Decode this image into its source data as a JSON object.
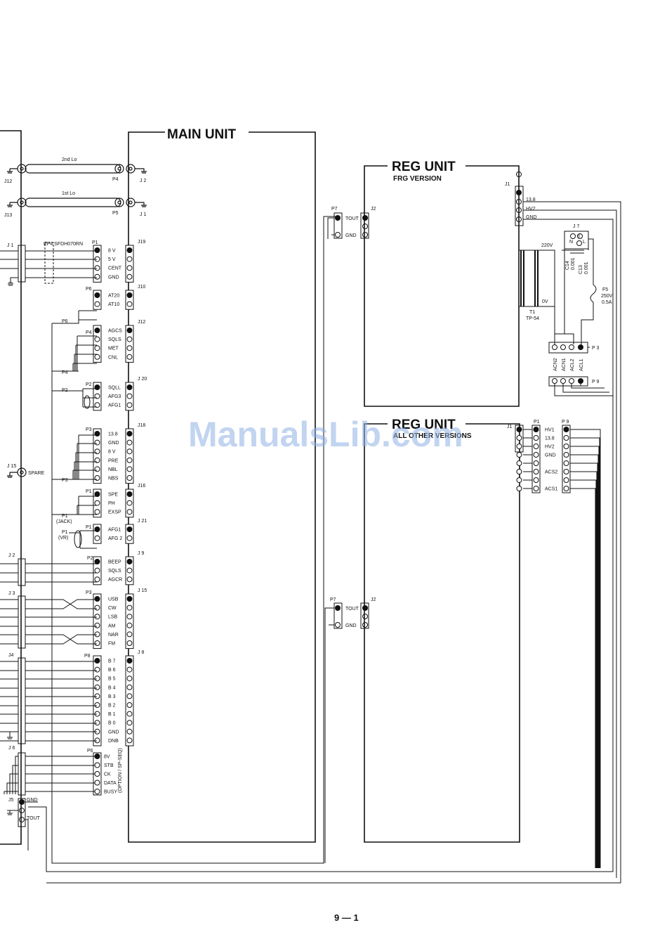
{
  "page_number": "9 — 1",
  "watermark": "ManualsLib.com",
  "main_unit": {
    "title": "MAIN UNIT",
    "labels": {
      "lo2": "2nd Lo",
      "lo1": "1st Lo",
      "j12": "J12",
      "j13": "J13",
      "p4c": "P4",
      "p5c": "P5",
      "j2c": "J 2",
      "j1c": "J 1",
      "ep4": "EP4 SFDH070RN",
      "j1l": "J 1",
      "p1a": "P1",
      "p6a": "P6",
      "p6b": "P6",
      "p4a": "P4",
      "p4b": "P4",
      "p2a": "P2",
      "p2b": "P2",
      "p3a": "P3",
      "p3b": "P3",
      "p1b": "P1",
      "p1c": "P1",
      "p1jack": "(JACK)",
      "p1d": "P1",
      "p1e": "P1",
      "p1vr": "(VR)",
      "j15l": "J 15",
      "spare": "SPARE",
      "j2l": "J 2",
      "p2c": "P2",
      "j3l": "J 3",
      "p3c": "P3",
      "j4l": "J4",
      "p8": "P8",
      "j6l": "J 6",
      "p6c": "P6",
      "opt": "(OPTION / SP-SEQ)",
      "j5l": "J5",
      "gnd": "GND",
      "tout": "TOUT"
    },
    "connectors": [
      {
        "name": "J19",
        "pins": [
          "8 V",
          "5 V",
          "CENT",
          "GND"
        ]
      },
      {
        "name": "J10",
        "pins": [
          "AT20",
          "AT10"
        ]
      },
      {
        "name": "J12",
        "pins": [
          "AGCS",
          "SQLS",
          "MET",
          "CNL"
        ]
      },
      {
        "name": "J 20",
        "pins": [
          "SQLL",
          "AFG3",
          "AFG1"
        ]
      },
      {
        "name": "J18",
        "pins": [
          "13.8",
          "GND",
          "8 V",
          "PRE",
          "NBL",
          "NBS"
        ]
      },
      {
        "name": "J16",
        "pins": [
          "SPE",
          "PH",
          "EXSP"
        ]
      },
      {
        "name": "J 21",
        "pins": [
          "AFG1",
          "AFG 2"
        ]
      },
      {
        "name": "J 9",
        "pins": [
          "BEEP",
          "SQLS",
          "AGCR"
        ]
      },
      {
        "name": "J 15",
        "pins": [
          "USB",
          "CW",
          "LSB",
          "AM",
          "NAR",
          "FM"
        ]
      },
      {
        "name": "J 8",
        "pins": [
          "B 7",
          "B 6",
          "B 5",
          "B 4",
          "B 3",
          "B 2",
          "B 1",
          "B 0",
          "GND",
          "DNB"
        ]
      }
    ],
    "option_pins": [
      "8V",
      "STB",
      "CK",
      "DATA",
      "BUSY"
    ]
  },
  "reg_frg": {
    "title": "REG UNIT",
    "subtitle": "FRG VERSION",
    "labels": {
      "p7": "P7",
      "j2": "J2",
      "tout": "TOUT",
      "gnd": "GND",
      "j1": "J1",
      "j7": "J 7",
      "v220": "220V",
      "v0": "0V",
      "t1": "T1",
      "tp54": "TP-54",
      "c14": "C14",
      "c14v": "0.001",
      "c13": "C13",
      "c13v": "0.001",
      "f5": "F5",
      "f5a": "250V",
      "f5b": "0.5A",
      "e": "E",
      "n": "N",
      "l": "L",
      "p3": "P 3",
      "p9": "P 9"
    },
    "j1_pins": [
      "13.8",
      "HV2",
      "GND"
    ],
    "ac_pins": [
      "ACN2",
      "ACN1",
      "ACL2",
      "ACL1"
    ]
  },
  "reg_all": {
    "title": "REG UNIT",
    "subtitle": "ALL OTHER VERSIONS",
    "labels": {
      "j1": "J1",
      "p1": "P1",
      "p9": "P 9",
      "p7": "P7",
      "j2": "J2",
      "tout": "TOUT",
      "gnd": "GND"
    },
    "pins": [
      "HV1",
      "13.8",
      "HV2",
      "GND",
      "",
      "ACS2",
      "",
      "ACS1"
    ]
  }
}
